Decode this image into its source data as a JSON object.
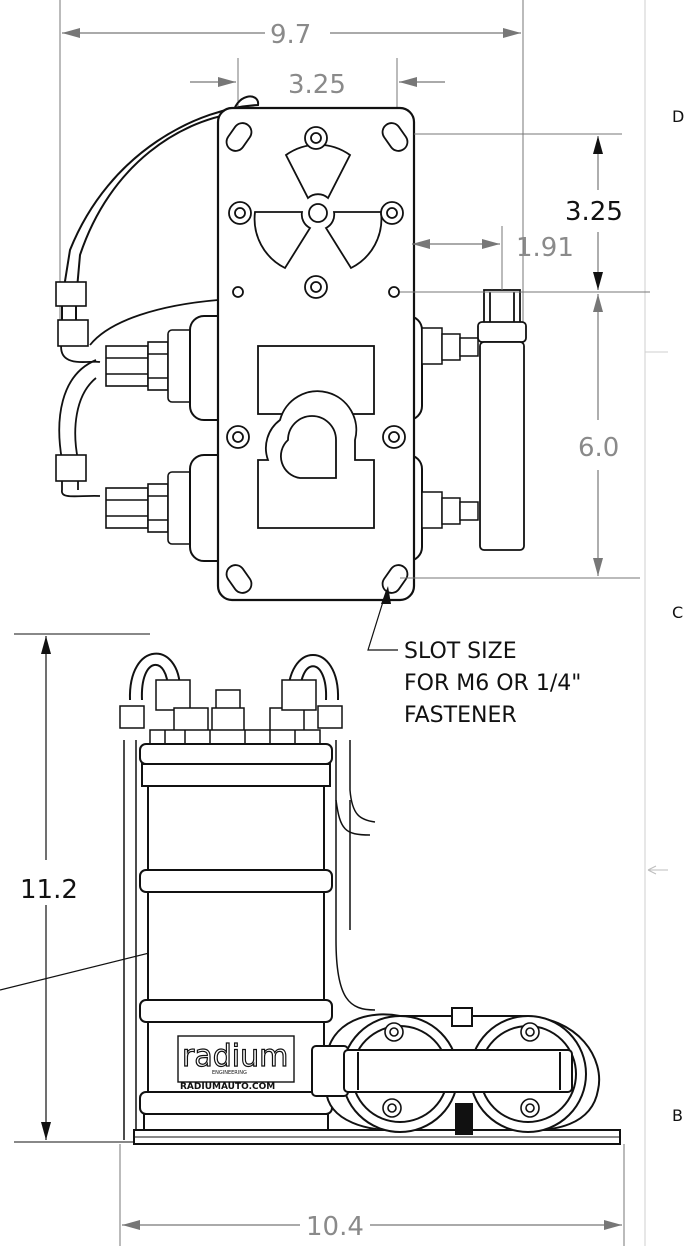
{
  "dimensions": {
    "overall_width_top": "9.7",
    "plate_width": "3.25",
    "top_to_hole": "3.25",
    "hole_to_rail": "1.91",
    "hole_spacing": "6.0",
    "overall_height": "11.2",
    "base_width": "10.4"
  },
  "callout": {
    "line1": "SLOT SIZE",
    "line2": "FOR M6 OR 1/4\"",
    "line3": "FASTENER"
  },
  "zone_letters": {
    "d": "D",
    "c": "C",
    "b": "B"
  },
  "logo": {
    "brand": "radium",
    "tagline": "ENGINEERING",
    "url": "RADIUMAUTO.COM"
  }
}
